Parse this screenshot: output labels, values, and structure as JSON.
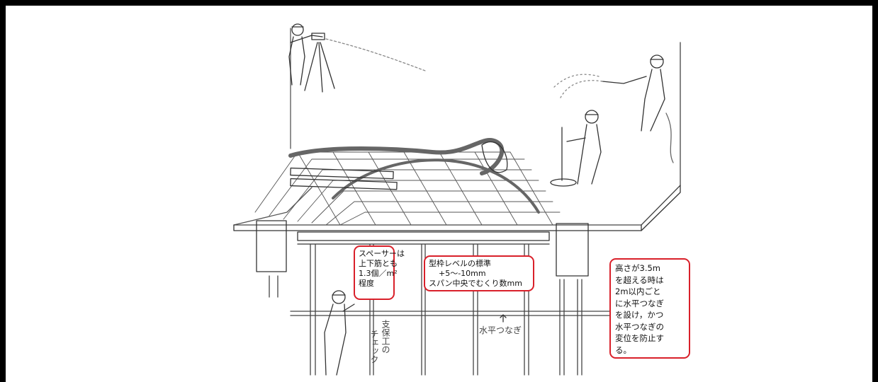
{
  "callouts": {
    "spacer": {
      "line1": "スペーサーは",
      "line2": "上下筋とも",
      "line3": "1.3個／m²",
      "line4": "程度"
    },
    "level": {
      "line1": "型枠レベルの標準",
      "line2": "+5～-10mm",
      "line3": "スパン中央でむくり数mm"
    },
    "height": {
      "line1": "高さが3.5m",
      "line2": "を超える時は",
      "line3": "2m以内ごと",
      "line4": "に水平つなぎ",
      "line5": "を設け，かつ",
      "line6": "水平つなぎの",
      "line7": "変位を防止す",
      "line8": "る。"
    }
  },
  "labels": {
    "support_check_a": "支保工の",
    "support_check_b": "チェック",
    "horizontal_tie": "水平つなぎ"
  },
  "colors": {
    "callout_border": "#d9202a",
    "line_art": "#333333",
    "frame": "#000000"
  }
}
